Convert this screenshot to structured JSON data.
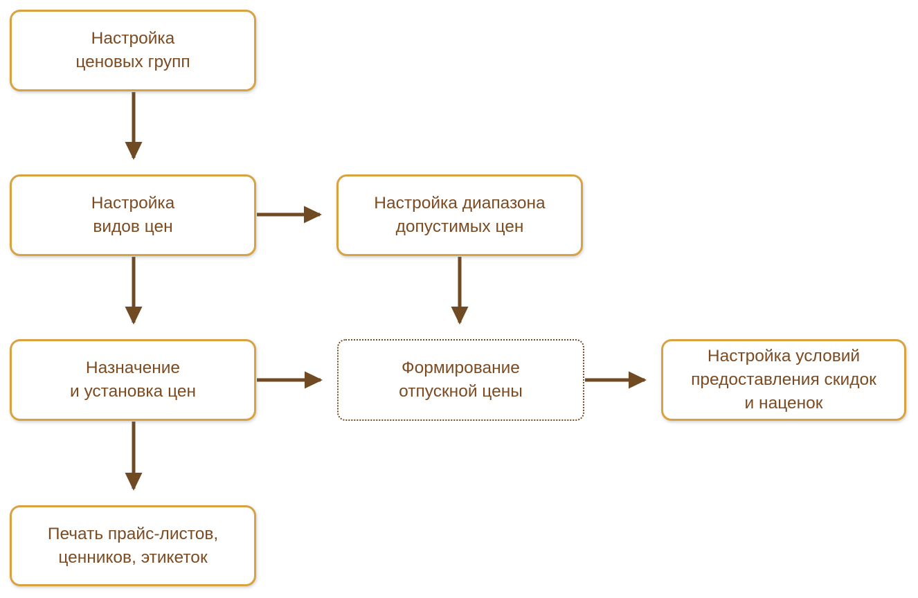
{
  "diagram": {
    "type": "flowchart",
    "language": "ru",
    "colors": {
      "box_border": "#D8A240",
      "box_background": "#FFFFFF",
      "text": "#7C4B22",
      "arrow": "#6F4A23",
      "dotted_border": "#6F4A23",
      "page_background": "#FFFFFF"
    },
    "nodes": [
      {
        "id": "price-groups",
        "label": "Настройка\nценовых групп",
        "border_style": "solid"
      },
      {
        "id": "price-types",
        "label": "Настройка\nвидов цен",
        "border_style": "solid"
      },
      {
        "id": "allowed-range",
        "label": "Настройка диапазона\nдопустимых цен",
        "border_style": "solid"
      },
      {
        "id": "assign-prices",
        "label": "Назначение\nи установка цен",
        "border_style": "solid"
      },
      {
        "id": "selling-price",
        "label": "Формирование\nотпускной цены",
        "border_style": "dotted"
      },
      {
        "id": "discount-terms",
        "label": "Настройка условий\nпредоставления скидок\nи наценок",
        "border_style": "solid"
      },
      {
        "id": "print-pricelists",
        "label": "Печать прайс-листов,\nценников, этикеток",
        "border_style": "solid"
      }
    ],
    "edges": [
      {
        "from": "price-groups",
        "to": "price-types",
        "direction": "down"
      },
      {
        "from": "price-types",
        "to": "allowed-range",
        "direction": "right"
      },
      {
        "from": "price-types",
        "to": "assign-prices",
        "direction": "down"
      },
      {
        "from": "allowed-range",
        "to": "selling-price",
        "direction": "down"
      },
      {
        "from": "assign-prices",
        "to": "selling-price",
        "direction": "right"
      },
      {
        "from": "selling-price",
        "to": "discount-terms",
        "direction": "right"
      },
      {
        "from": "assign-prices",
        "to": "print-pricelists",
        "direction": "down"
      }
    ]
  }
}
